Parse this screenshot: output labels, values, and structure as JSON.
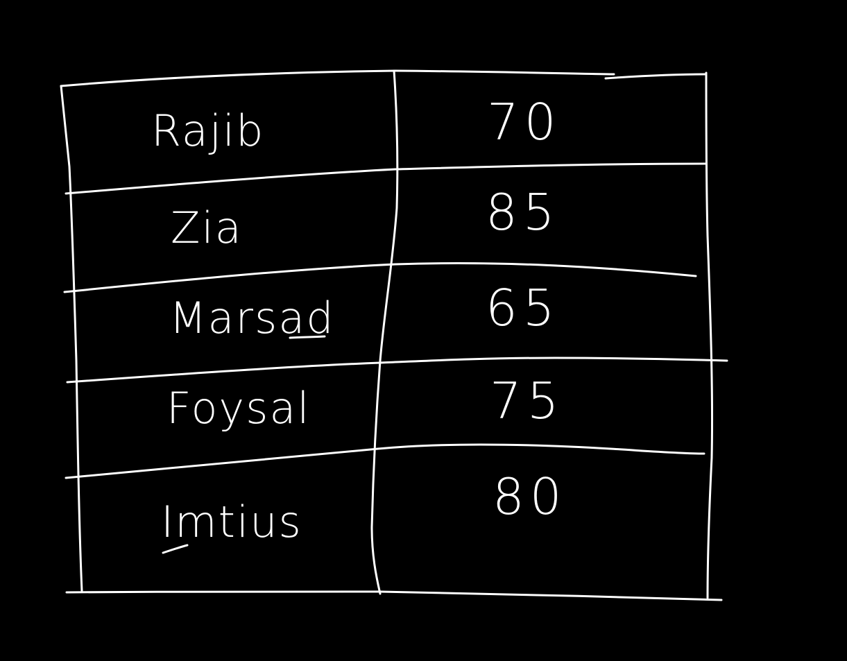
{
  "table": {
    "rows": [
      {
        "name": "Rajib",
        "score": "70"
      },
      {
        "name": "Zia",
        "score": "85"
      },
      {
        "name": "Marsad",
        "score": "65"
      },
      {
        "name": "Foysal",
        "score": "75"
      },
      {
        "name": "Imtius",
        "score": "80"
      }
    ]
  },
  "colors": {
    "background": "#000000",
    "ink": "#ffffff"
  }
}
